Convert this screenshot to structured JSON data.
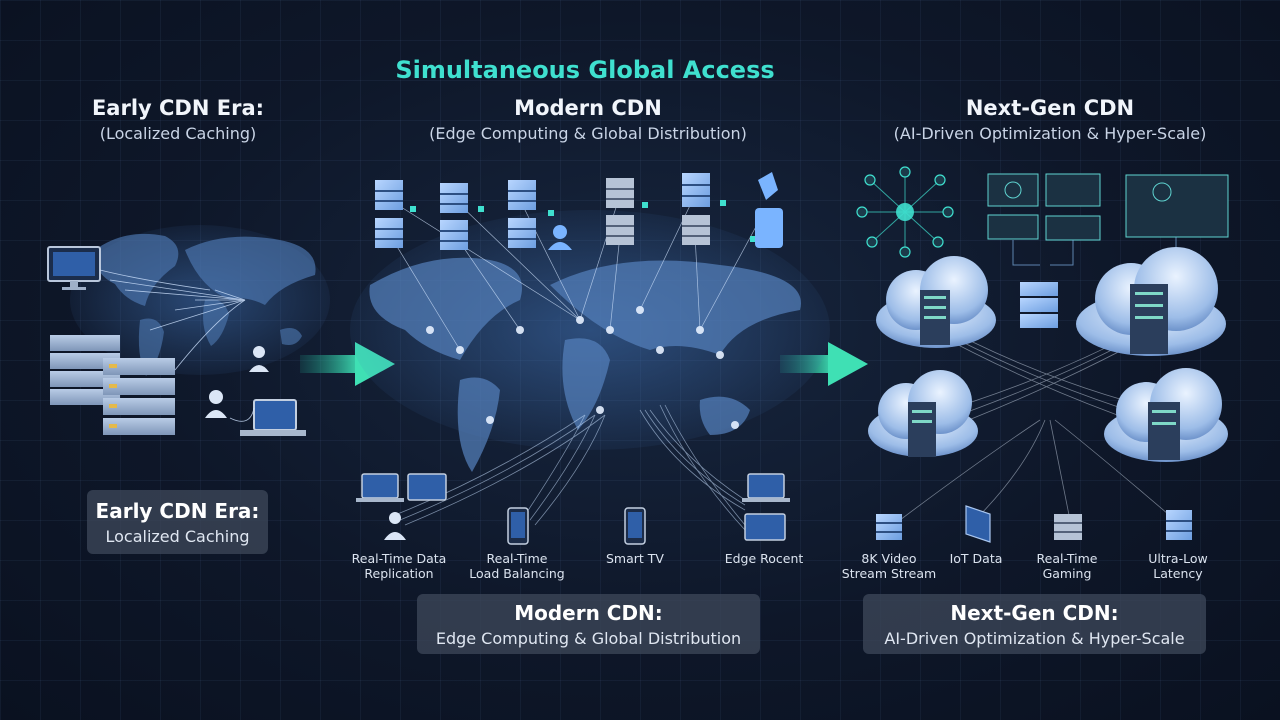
{
  "header": {
    "title": "Simultaneous Global Access"
  },
  "stages": [
    {
      "title": "Early CDN Era:",
      "subtitle": "(Localized Caching)",
      "caption_title": "Early CDN Era:",
      "caption_sub": "Localized Caching",
      "icons": [
        "desktop-monitor-icon",
        "server-rack-icon",
        "user-icon",
        "laptop-icon",
        "world-map-icon"
      ]
    },
    {
      "title": "Modern CDN",
      "subtitle": "(Edge Computing & Global Distribution)",
      "caption_title": "Modern CDN:",
      "caption_sub": "Edge Computing & Global Distribution",
      "devices": [
        {
          "line1": "Real-Time Data",
          "line2": "Replication"
        },
        {
          "line1": "Real-Time",
          "line2": "Load Balancing"
        },
        {
          "line1": "Smart TV",
          "line2": ""
        },
        {
          "line1": "Edge Rocent",
          "line2": ""
        }
      ]
    },
    {
      "title": "Next-Gen CDN",
      "subtitle": "(AI-Driven Optimization & Hyper-Scale)",
      "caption_title": "Next-Gen CDN:",
      "caption_sub": "AI-Driven Optimization & Hyper-Scale",
      "devices": [
        {
          "line1": "8K Video",
          "line2": "Stream Stream"
        },
        {
          "line1": "IoT Data",
          "line2": ""
        },
        {
          "line1": "Real-Time",
          "line2": "Gaming"
        },
        {
          "line1": "Ultra-Low",
          "line2": "Latency"
        }
      ]
    }
  ],
  "colors": {
    "accent": "#3fe0cf",
    "arrow": "#3fe0b4",
    "link": "#5fb4ff",
    "panel": "#3c4658"
  }
}
